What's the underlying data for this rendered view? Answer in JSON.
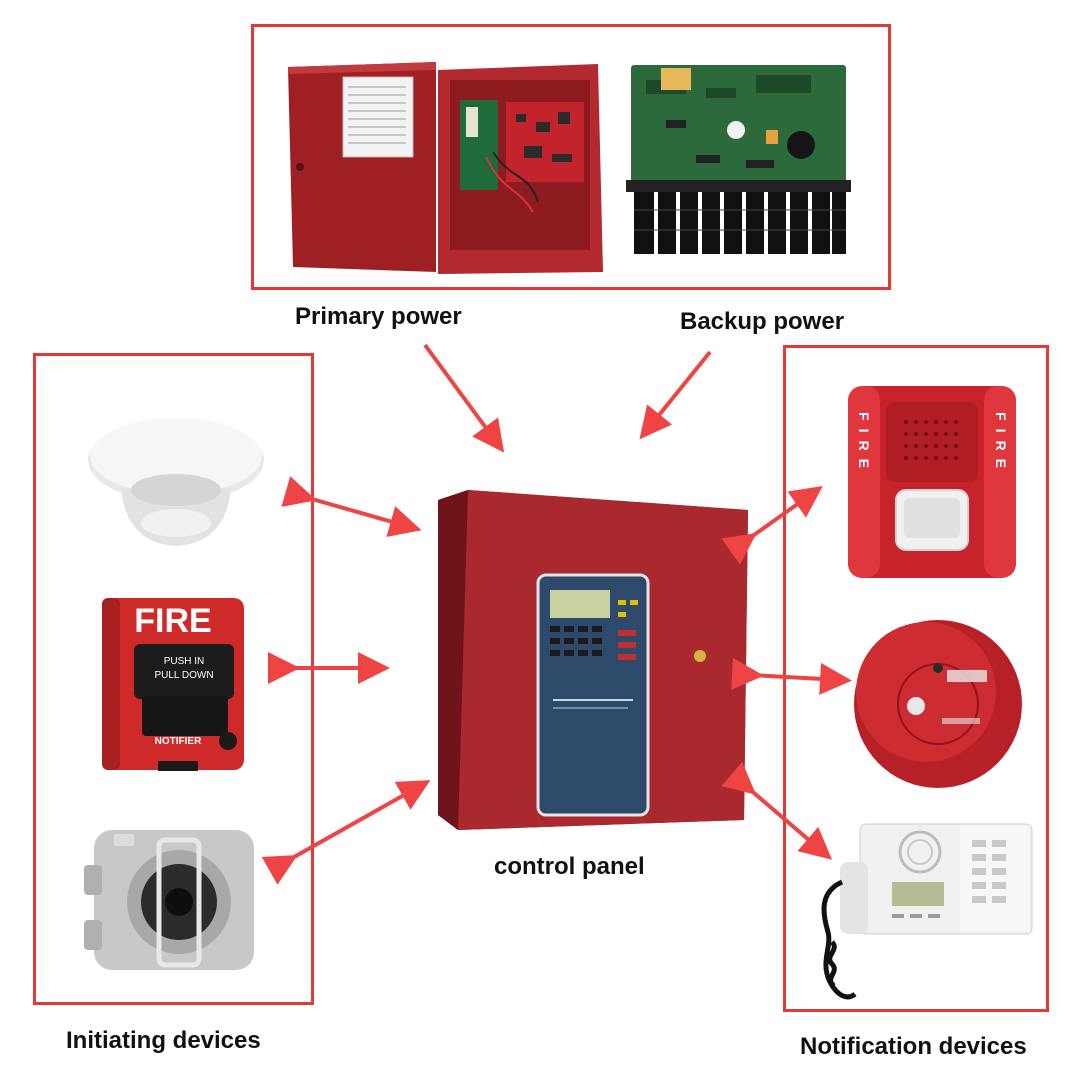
{
  "labels": {
    "primary_power": "Primary power",
    "backup_power": "Backup power",
    "control_panel": "control panel",
    "initiating_devices": "Initiating devices",
    "notification_devices": "Notification devices"
  },
  "device_text": {
    "pull_station_title": "FIRE",
    "pull_station_instruction_1": "PUSH  IN",
    "pull_station_instruction_2": "PULL DOWN",
    "pull_station_brand": "NOTIFIER",
    "horn_strobe_side": "FIRE"
  },
  "colors": {
    "frame": "#e53935",
    "arrow": "#ef4444",
    "enclosure_red": "#a4262c"
  }
}
